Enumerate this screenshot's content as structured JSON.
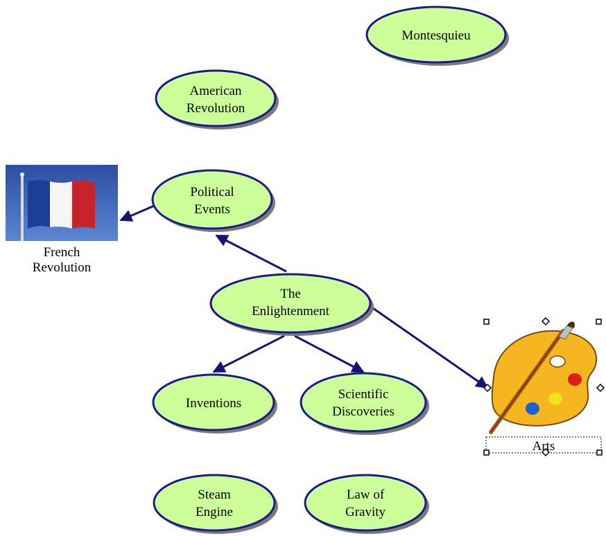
{
  "colors": {
    "node_fill": "#ccff99",
    "node_stroke": "#1a1a8c",
    "node_shadow": "#7a7a7a",
    "arrow": "#141478",
    "selection": "#000000"
  },
  "nodes": {
    "montesquieu": [
      "Montesquieu"
    ],
    "american_revolution": [
      "American",
      "Revolution"
    ],
    "political_events": [
      "Political",
      "Events"
    ],
    "the_enlightenment": [
      "The",
      "Enlightenment"
    ],
    "inventions": [
      "Inventions"
    ],
    "scientific_discoveries": [
      "Scientific",
      "Discoveries"
    ],
    "steam_engine": [
      "Steam",
      "Engine"
    ],
    "law_of_gravity": [
      "Law of",
      "Gravity"
    ]
  },
  "image_nodes": {
    "french_revolution": {
      "label": [
        "French",
        "Revolution"
      ],
      "icon": "french-flag-icon"
    },
    "arts": {
      "label": "Arts",
      "icon": "paint-palette-icon",
      "selected": true
    }
  },
  "links": [
    {
      "from": "the_enlightenment",
      "to": "political_events"
    },
    {
      "from": "political_events",
      "to": "french_revolution"
    },
    {
      "from": "the_enlightenment",
      "to": "inventions"
    },
    {
      "from": "the_enlightenment",
      "to": "scientific_discoveries"
    },
    {
      "from": "the_enlightenment",
      "to": "arts"
    }
  ]
}
